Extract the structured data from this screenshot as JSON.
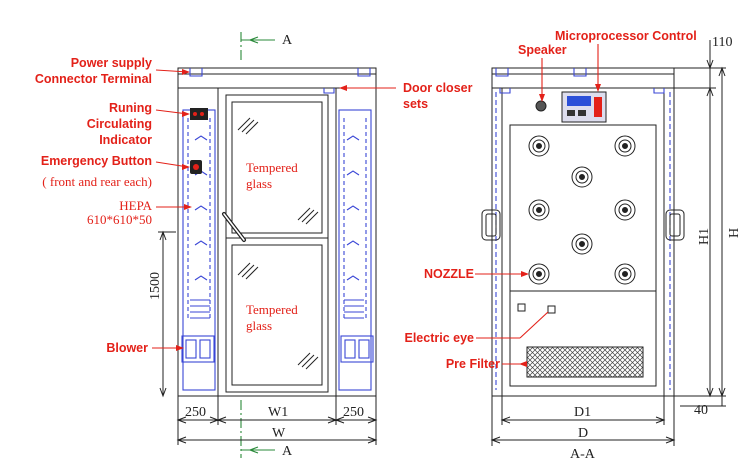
{
  "labels": {
    "power_supply_1": "Power supply",
    "power_supply_2": "Connector Terminal",
    "running_1": "Runing",
    "running_2": "Circulating",
    "running_3": "Indicator",
    "emergency_1": "Emergency Button",
    "emergency_2": "( front and rear each)",
    "hepa_1": "HEPA",
    "hepa_2": "610*610*50",
    "blower": "Blower",
    "door_closer_1": "Door closer",
    "door_closer_2": "sets",
    "speaker": "Speaker",
    "microprocessor": "Microprocessor Control",
    "nozzle": "NOZZLE",
    "electric_eye": "Electric eye",
    "pre_filter": "Pre Filter",
    "tempered_glass_top_1": "Tempered",
    "tempered_glass_top_2": "glass",
    "tempered_glass_bottom_1": "Tempered",
    "tempered_glass_bottom_2": "glass"
  },
  "dimensions": {
    "left_height": "1500",
    "bottom_left": "250",
    "bottom_w1": "W1",
    "bottom_right": "250",
    "bottom_w": "W",
    "right_d1": "D1",
    "right_d": "D",
    "right_110": "110",
    "right_h1": "H1",
    "right_h": "H",
    "right_40": "40"
  },
  "section": {
    "cut_top": "A",
    "cut_bottom": "A",
    "view_label": "A-A"
  },
  "colors": {
    "label": "#e32119",
    "outline": "#222222",
    "component": "#3a46d6",
    "centerline": "#2a8a3a"
  }
}
